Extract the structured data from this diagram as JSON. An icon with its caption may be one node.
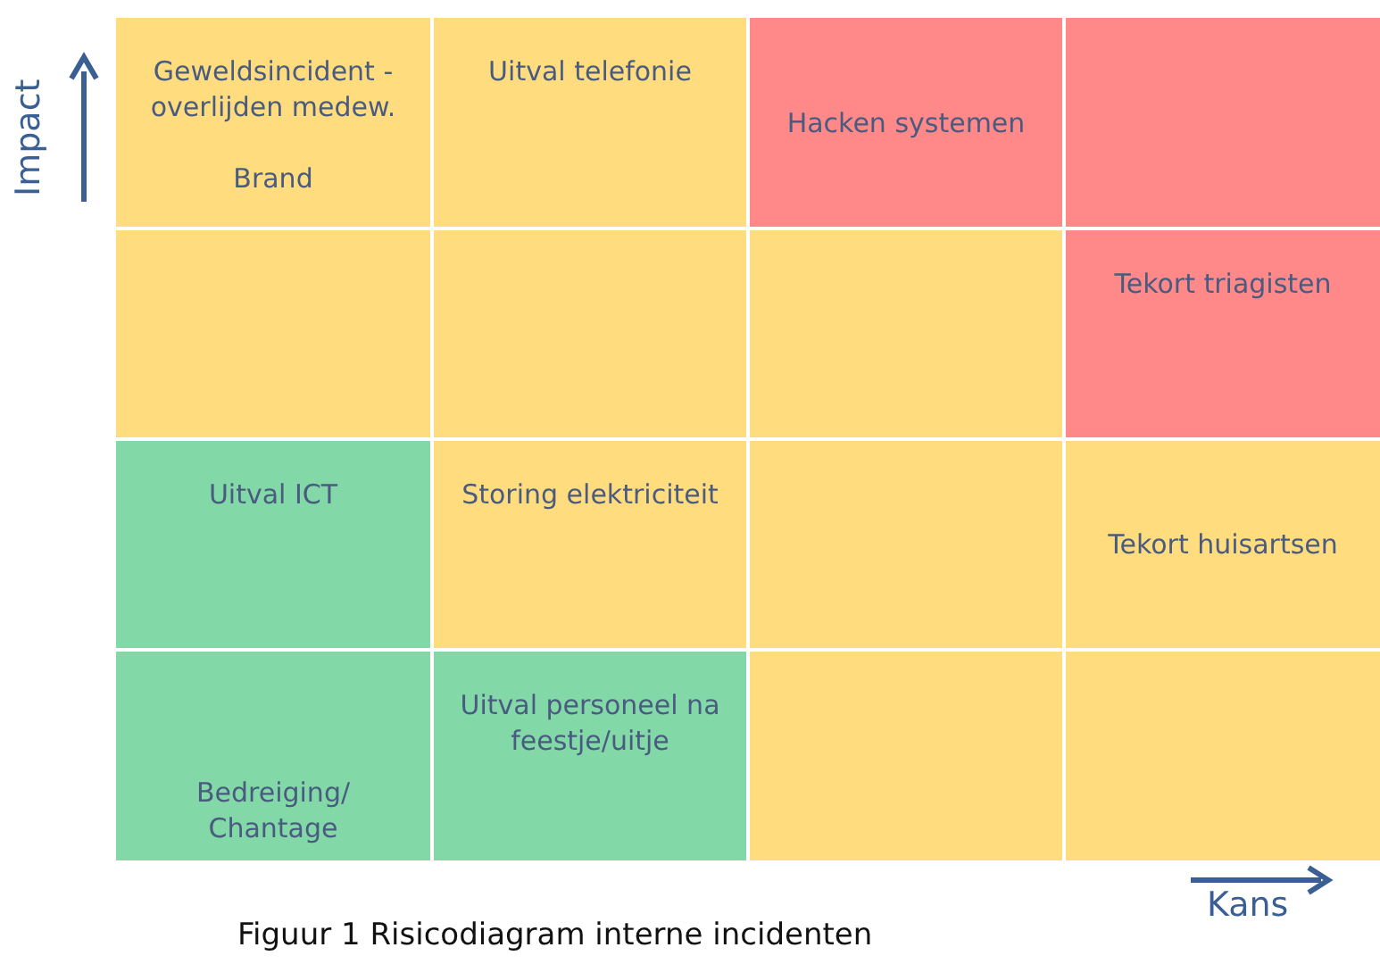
{
  "diagram": {
    "caption": "Figuur 1 Risicodiagram interne incidenten",
    "nodes": [
      {
        "text": [
          "Geweldsincident - overlijden medew.",
          "Brand"
        ]
      },
      {
        "text": [
          "Uitval telefonie"
        ]
      },
      {
        "text": [
          "Hacken systemen"
        ]
      },
      {
        "text": [],
        "shape": "box"
      },
      {
        "text": [],
        "shape": "box"
      },
      {
        "text": [],
        "shape": "box"
      },
      {
        "text": [],
        "shape": "box"
      },
      {
        "text": [
          "Tekort triagisten"
        ]
      },
      {
        "text": [
          "Uitval ICT"
        ]
      },
      {
        "text": [
          "Storing elektriciteit"
        ]
      },
      {
        "text": [],
        "shape": "box"
      },
      {
        "text": [
          "Tekort huisartsen"
        ]
      },
      {
        "text": [
          "Bedreiging/ Chantage"
        ]
      },
      {
        "text": [
          "Uitval personeel na feestje/uitje"
        ]
      },
      {
        "text": [],
        "shape": "box"
      },
      {
        "text": [],
        "shape": "box"
      }
    ],
    "labels": [
      "Impact",
      "Kans"
    ]
  }
}
